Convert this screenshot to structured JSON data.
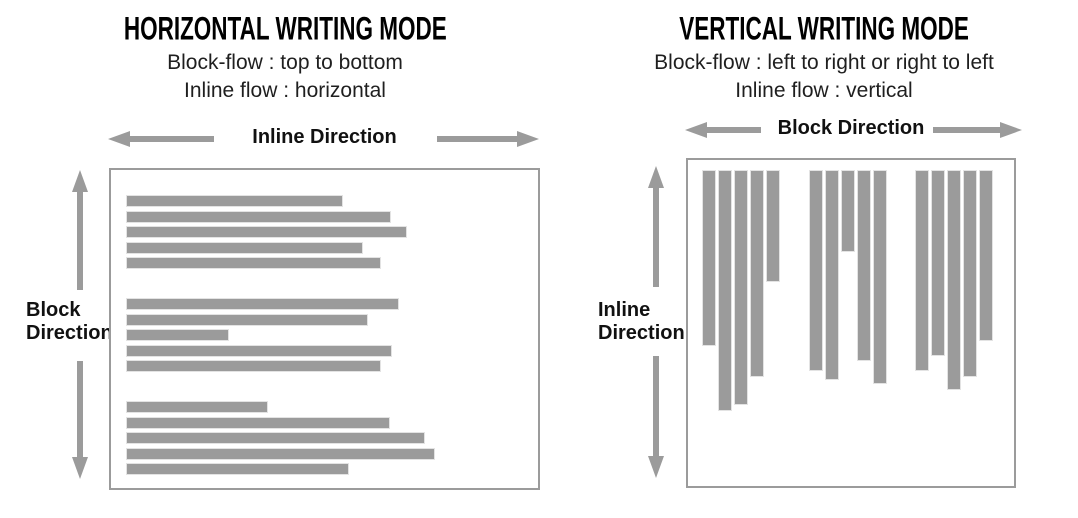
{
  "colors": {
    "bar": "#9b9b9b",
    "arrow": "#9b9b9b",
    "box_border": "#9b9b9b",
    "title": "#000000",
    "text": "#1f1f1f"
  },
  "left_panel": {
    "title": "HORIZONTAL WRITING MODE",
    "subtitle_line1": "Block-flow : top to bottom",
    "subtitle_line2": "Inline flow : horizontal",
    "inline_direction_label": "Inline Direction",
    "block_direction_label": "Block Direction",
    "text_line_bars": {
      "groups": [
        [
          215,
          263,
          279,
          235,
          253
        ],
        [
          271,
          240,
          101,
          264,
          253
        ],
        [
          140,
          262,
          297,
          307,
          221
        ]
      ]
    }
  },
  "right_panel": {
    "title": "VERTICAL WRITING MODE",
    "subtitle_line1": "Block-flow : left to right or right to left",
    "subtitle_line2": "Inline flow : vertical",
    "block_direction_label": "Block Direction",
    "inline_direction_label": "Inline Direction",
    "text_column_bars": {
      "groups": [
        [
          174,
          239,
          233,
          205,
          110
        ],
        [
          199,
          208,
          80,
          189,
          212
        ],
        [
          199,
          184,
          218,
          205,
          169
        ]
      ]
    }
  }
}
